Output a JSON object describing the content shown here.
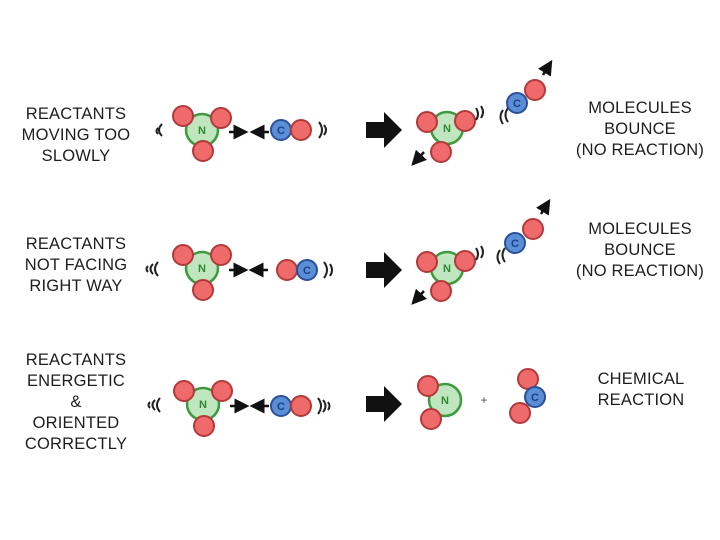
{
  "rows": [
    {
      "condition": [
        "REACTANTS",
        "MOVING TOO",
        "SLOWLY"
      ],
      "result": [
        "MOLECULES",
        "BOUNCE",
        "(NO REACTION)"
      ]
    },
    {
      "condition": [
        "REACTANTS",
        "NOT FACING",
        "RIGHT WAY"
      ],
      "result": [
        "MOLECULES",
        "BOUNCE",
        "(NO REACTION)"
      ]
    },
    {
      "condition": [
        "REACTANTS",
        "ENERGETIC",
        "&",
        "ORIENTED",
        "CORRECTLY"
      ],
      "result": [
        "CHEMICAL",
        "REACTION"
      ]
    }
  ],
  "atoms": {
    "nitrogen": "N",
    "carbon": "C"
  },
  "plus_sign": "+",
  "colors": {
    "oxygen": "#ef6a6a",
    "oxygen_stroke": "#b33a3a",
    "nitrogen": "#bfe6bf",
    "nitrogen_stroke": "#3d9a3d",
    "carbon": "#5a8fd6",
    "carbon_stroke": "#2b4f9a",
    "arrow": "#111111"
  }
}
